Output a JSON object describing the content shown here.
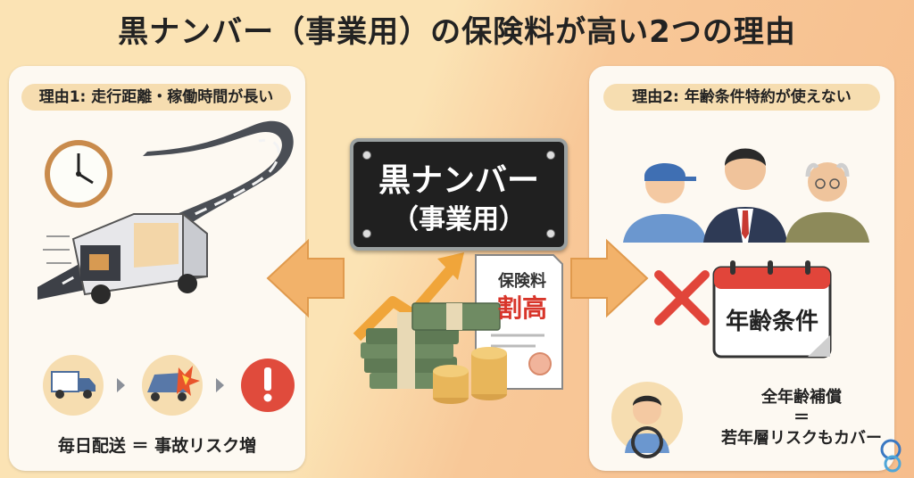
{
  "title": "黒ナンバー（事業用）の保険料が高い2つの理由",
  "left_panel": {
    "heading": "理由1: 走行距離・稼働時間が長い",
    "caption": "毎日配送 ＝ 事故リスク増"
  },
  "center": {
    "plate_line1": "黒ナンバー",
    "plate_line2": "（事業用）",
    "doc_label": "保険料",
    "doc_emphasis": "割高"
  },
  "right_panel": {
    "heading": "理由2: 年齢条件特約が使えない",
    "calendar_label": "年齢条件",
    "coverage_line1": "全年齢補償",
    "coverage_eq": "＝",
    "coverage_line2": "若年層リスクもカバー"
  },
  "colors": {
    "arrow": "#f2b26a",
    "red_cross": "#e1453a",
    "alert": "#e04b3c",
    "emphasis": "#d8352a"
  }
}
